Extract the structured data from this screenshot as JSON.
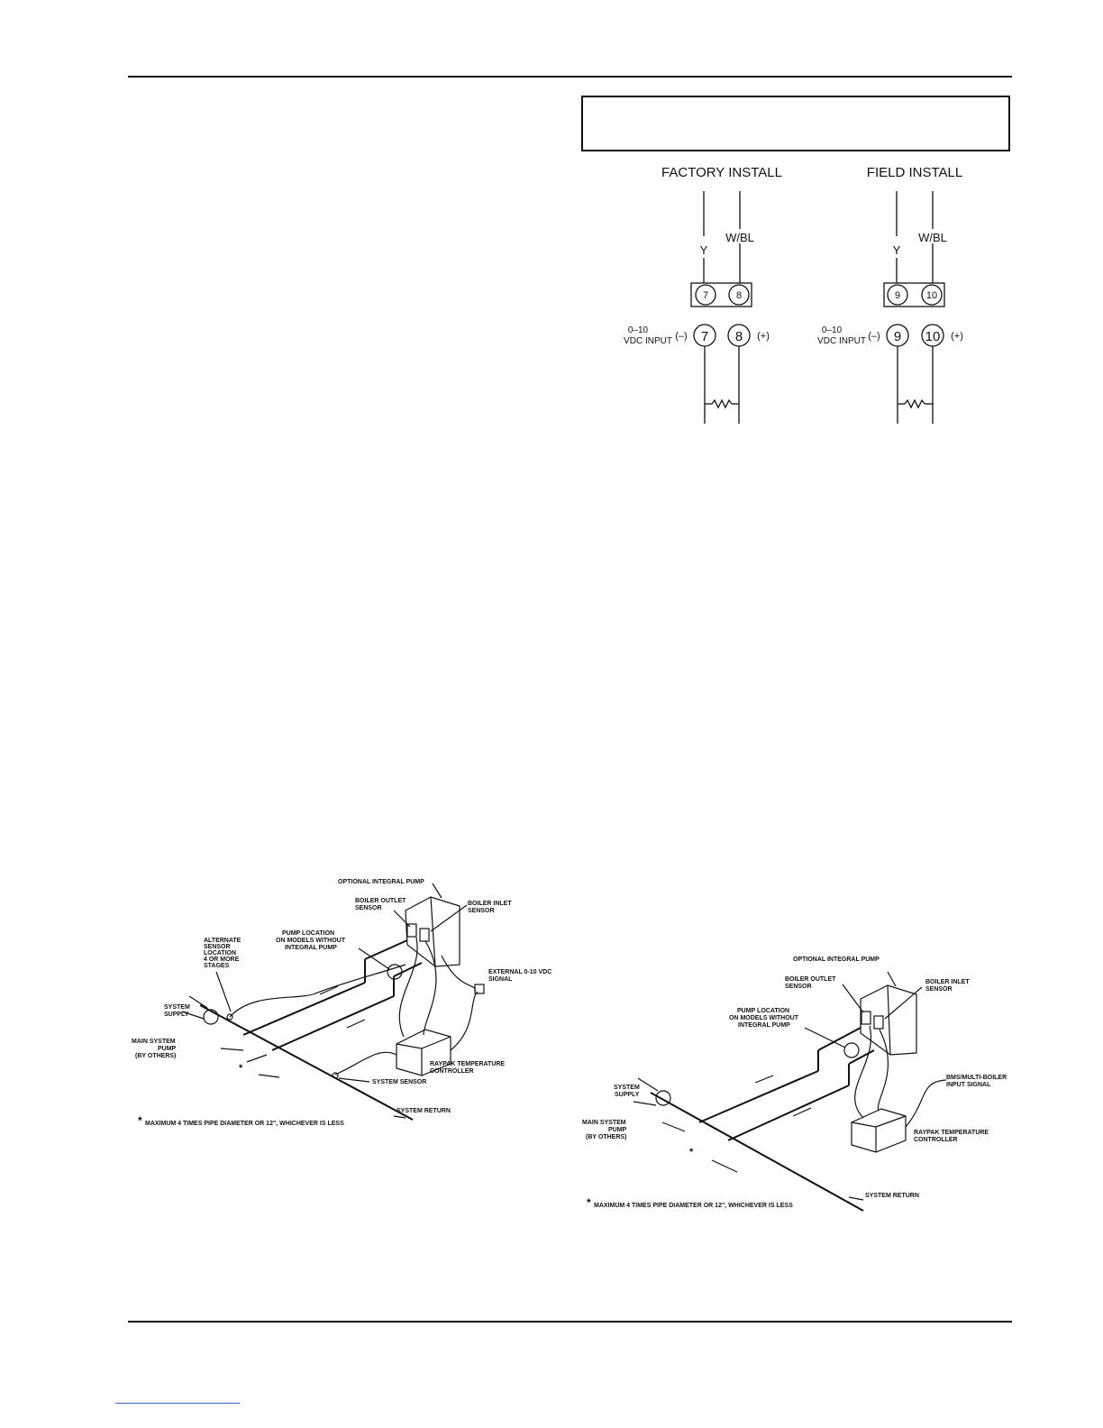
{
  "wiring": {
    "factory": {
      "heading": "FACTORY INSTALL",
      "wire_left": "Y",
      "wire_right": "W/BL",
      "term_top_left": "7",
      "term_top_right": "8",
      "input_label_1": "0–10",
      "input_label_2": "VDC INPUT",
      "neg": "(–)",
      "term_left": "7",
      "term_right": "8",
      "pos": "(+)"
    },
    "field": {
      "heading": "FIELD INSTALL",
      "wire_left": "Y",
      "wire_right": "W/BL",
      "term_top_left": "9",
      "term_top_right": "10",
      "input_label_1": "0–10",
      "input_label_2": "VDC INPUT",
      "neg": "(–)",
      "term_left": "9",
      "term_right": "10",
      "pos": "(+)"
    }
  },
  "diagram_left": {
    "optional_pump": "OPTIONAL INTEGRAL PUMP",
    "outlet_sensor_1": "BOILER OUTLET",
    "outlet_sensor_2": "SENSOR",
    "inlet_sensor_1": "BOILER INLET",
    "inlet_sensor_2": "SENSOR",
    "pump_loc_1": "PUMP LOCATION",
    "pump_loc_2": "ON MODELS WITHOUT",
    "pump_loc_3": "INTEGRAL PUMP",
    "alt_1": "ALTERNATE",
    "alt_2": "SENSOR",
    "alt_3": "LOCATION",
    "alt_4": "4 OR MORE",
    "alt_5": "STAGES",
    "external_1": "EXTERNAL 0-10 VDC",
    "external_2": "SIGNAL",
    "system_supply_1": "SYSTEM",
    "system_supply_2": "SUPPLY",
    "main_pump_1": "MAIN SYSTEM",
    "main_pump_2": "PUMP",
    "main_pump_3": "(BY OTHERS)",
    "controller_1": "RAYPAK TEMPERATURE",
    "controller_2": "CONTROLLER",
    "system_sensor": "SYSTEM SENSOR",
    "system_return": "SYSTEM RETURN",
    "asterisk": "*",
    "note": "MAXIMUM 4 TIMES PIPE DIAMETER OR 12\", WHICHEVER IS LESS"
  },
  "diagram_right": {
    "optional_pump": "OPTIONAL INTEGRAL PUMP",
    "outlet_sensor_1": "BOILER OUTLET",
    "outlet_sensor_2": "SENSOR",
    "inlet_sensor_1": "BOILER INLET",
    "inlet_sensor_2": "SENSOR",
    "pump_loc_1": "PUMP LOCATION",
    "pump_loc_2": "ON MODELS WITHOUT",
    "pump_loc_3": "INTEGRAL PUMP",
    "bms_1": "BMS/MULTI-BOILER",
    "bms_2": "INPUT SIGNAL",
    "system_supply_1": "SYSTEM",
    "system_supply_2": "SUPPLY",
    "main_pump_1": "MAIN SYSTEM",
    "main_pump_2": "PUMP",
    "main_pump_3": "(BY OTHERS)",
    "controller_1": "RAYPAK TEMPERATURE",
    "controller_2": "CONTROLLER",
    "system_return": "SYSTEM RETURN",
    "asterisk": "*",
    "note": "MAXIMUM 4 TIMES PIPE DIAMETER OR 12\", WHICHEVER IS LESS"
  }
}
